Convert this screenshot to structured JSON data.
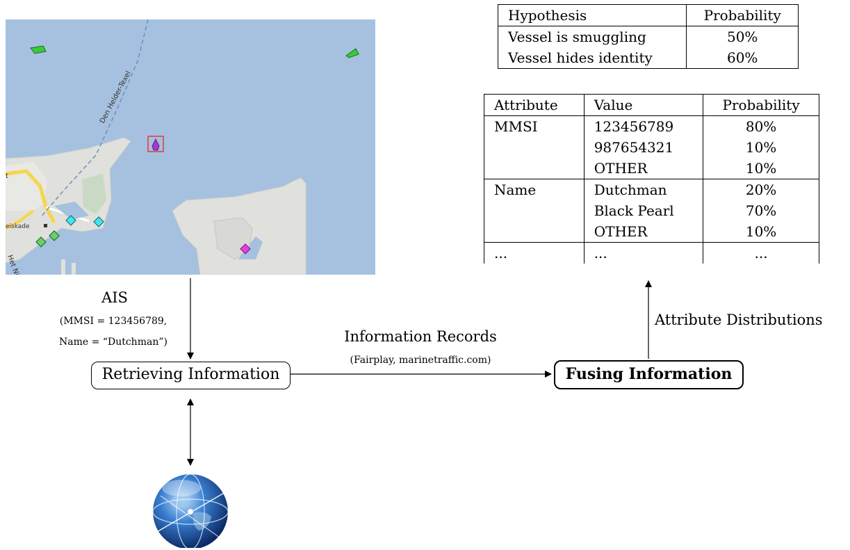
{
  "hypothesis_table": {
    "headers": [
      "Hypothesis",
      "Probability"
    ],
    "rows": [
      [
        "Vessel is smuggling",
        "50%"
      ],
      [
        "Vessel hides identity",
        "60%"
      ]
    ]
  },
  "attribute_table": {
    "headers": [
      "Attribute",
      "Value",
      "Probability"
    ],
    "groups": [
      {
        "attribute": "MMSI",
        "rows": [
          [
            "123456789",
            "80%"
          ],
          [
            "987654321",
            "10%"
          ],
          [
            "OTHER",
            "10%"
          ]
        ]
      },
      {
        "attribute": "Name",
        "rows": [
          [
            "Dutchman",
            "20%"
          ],
          [
            "Black Pearl",
            "70%"
          ],
          [
            "OTHER",
            "10%"
          ]
        ]
      }
    ],
    "ellipsis": [
      "...",
      "...",
      "..."
    ]
  },
  "map": {
    "route_label": "Den Helder-Texel",
    "street_label_1": "eiskade",
    "street_label_2": "Het Nieuw",
    "street_label_3": "t",
    "colors": {
      "water": "#a5c1df",
      "land": "#e0e0dc",
      "vessel_highlight": "#e03c3c"
    }
  },
  "nodes": {
    "retrieve": "Retrieving Information",
    "fuse": "Fusing Information"
  },
  "labels": {
    "ais_title": "AIS",
    "ais_line1": "(MMSI = 123456789,",
    "ais_line2": "Name = “Dutchman”)",
    "records_title": "Information Records",
    "records_sub": "(Fairplay, marinetraffic.com)",
    "attr_dist": "Attribute Distributions"
  },
  "icons": {
    "globe": "globe-icon"
  }
}
